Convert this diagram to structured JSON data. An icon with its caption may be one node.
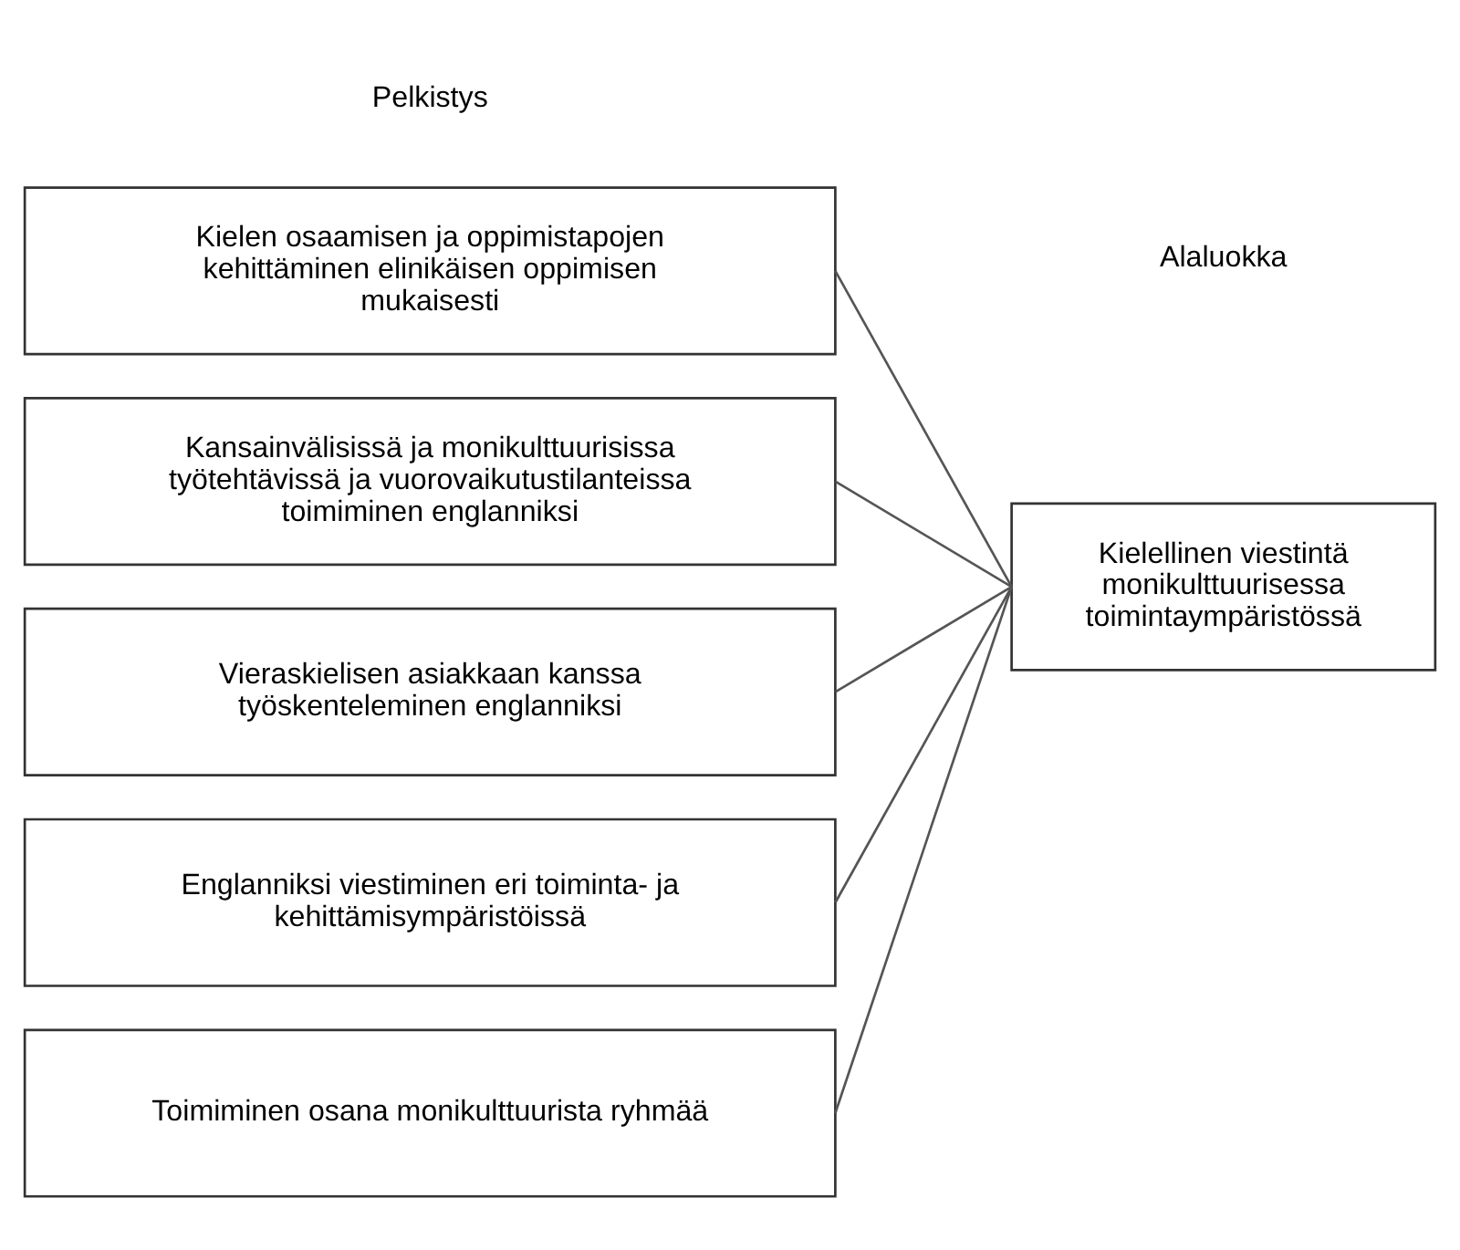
{
  "diagram": {
    "nodes": [
      {
        "text": [
          "Kielen osaamisen ja oppimistapojen kehittäminen elinikäisen oppimisen mukaisesti"
        ]
      },
      {
        "text": [
          "Kansainvälisissä ja monikulttuurisissa työtehtävissä ja vuorovaikutustilanteissa toimiminen englanniksi"
        ]
      },
      {
        "text": [
          "Vieraskielisen asiakkaan kanssa työskenteleminen englanniksi"
        ]
      },
      {
        "text": [
          "Englanniksi viestiminen eri toiminta- ja kehittämisympäristöissä"
        ]
      },
      {
        "text": [
          "Toimiminen osana monikulttuurista ryhmää"
        ]
      },
      {
        "text": [
          "Kielellinen viestintä monikulttuurisessa toimintaympäristössä"
        ]
      }
    ],
    "edges": [
      {
        "from": 0,
        "to": 5,
        "arrow": "none"
      },
      {
        "from": 1,
        "to": 5,
        "arrow": "none"
      },
      {
        "from": 2,
        "to": 5,
        "arrow": "none"
      },
      {
        "from": 3,
        "to": 5,
        "arrow": "none"
      },
      {
        "from": 4,
        "to": 5,
        "arrow": "none"
      }
    ],
    "labels": [
      "Pelkistys",
      "Alaluokka"
    ]
  }
}
